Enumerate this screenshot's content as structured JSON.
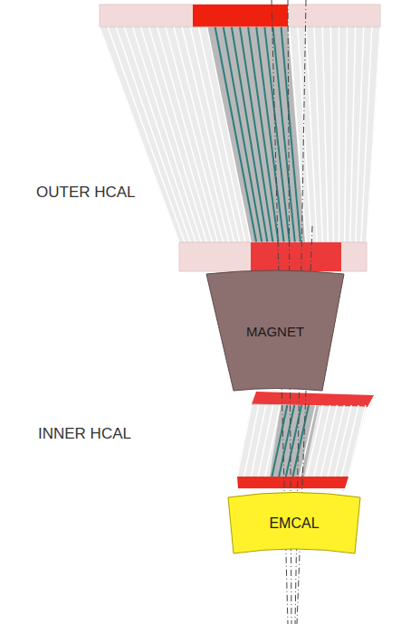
{
  "diagram": {
    "nodes": [
      {
        "text": [
          "MAGNET"
        ]
      },
      {
        "text": [
          "EMCAL"
        ]
      }
    ],
    "labels": [
      "OUTER HCAL",
      "INNER HCAL"
    ]
  }
}
